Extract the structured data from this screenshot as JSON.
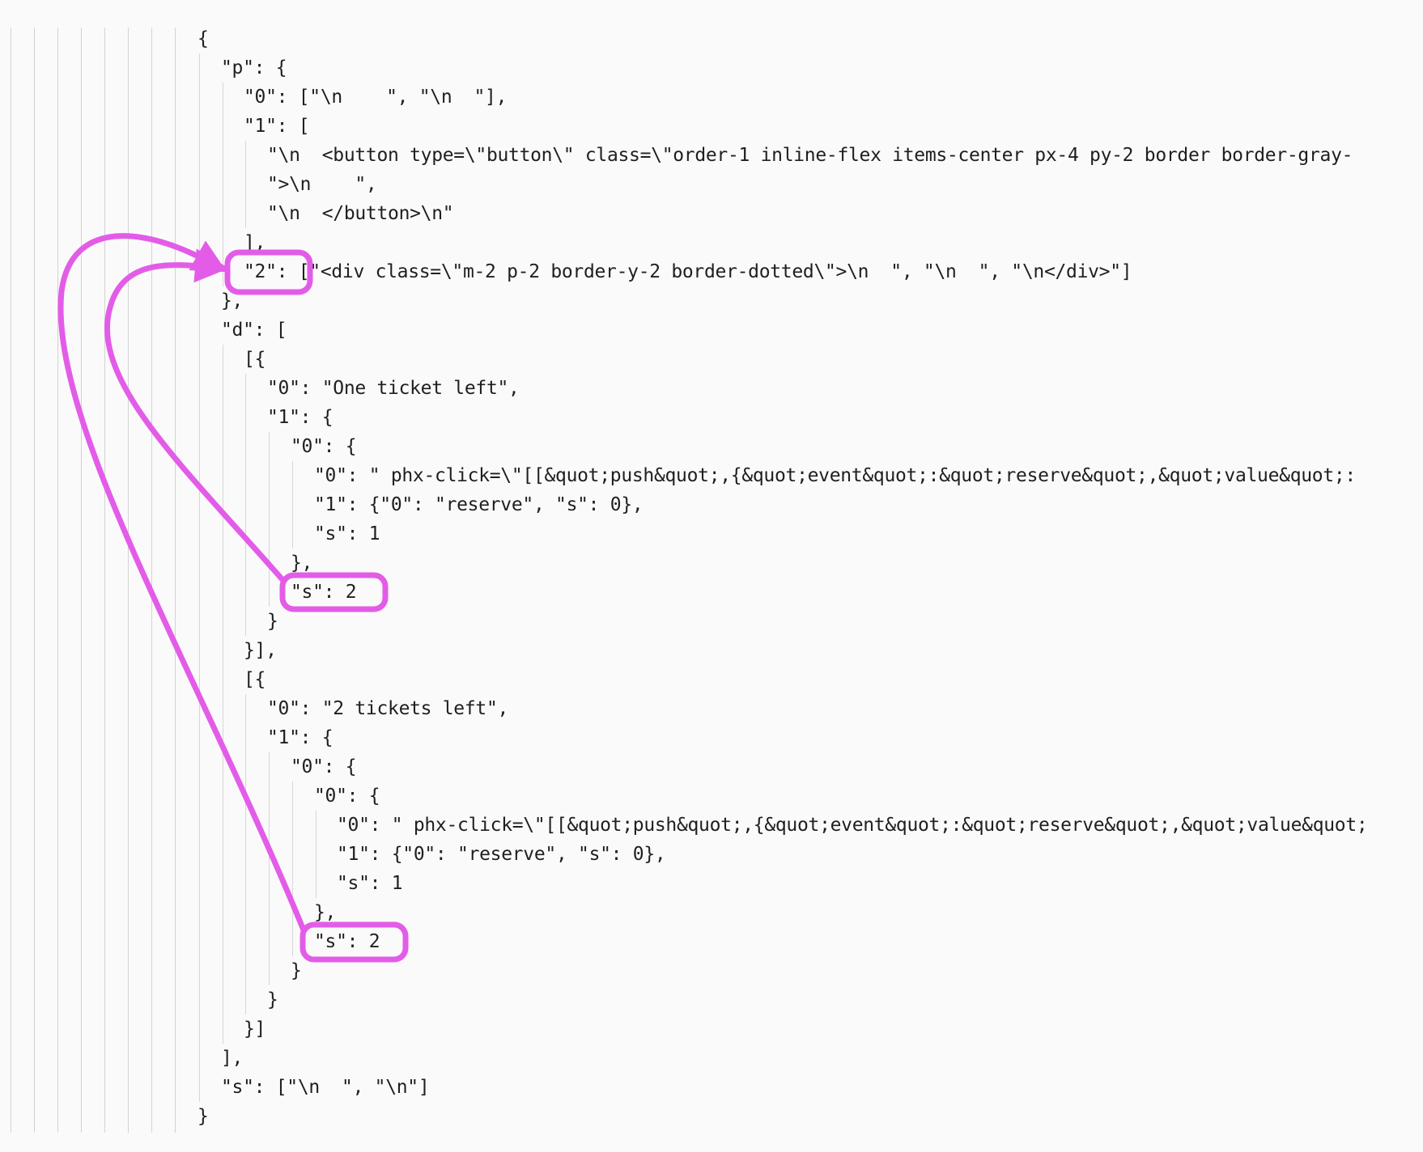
{
  "code_lines": [
    {
      "level": 0,
      "text": "{"
    },
    {
      "level": 1,
      "text": "\"p\": {"
    },
    {
      "level": 2,
      "text": "\"0\": [\"\\n    \", \"\\n  \"],"
    },
    {
      "level": 2,
      "text": "\"1\": ["
    },
    {
      "level": 3,
      "text": "\"\\n  <button type=\\\"button\\\" class=\\\"order-1 inline-flex items-center px-4 py-2 border border-gray-"
    },
    {
      "level": 3,
      "text": "\">\\n    \","
    },
    {
      "level": 3,
      "text": "\"\\n  </button>\\n\""
    },
    {
      "level": 2,
      "text": "],"
    },
    {
      "level": 2,
      "text": "\"2\": [\"<div class=\\\"m-2 p-2 border-y-2 border-dotted\\\">\\n  \", \"\\n  \", \"\\n</div>\"]"
    },
    {
      "level": 1,
      "text": "},"
    },
    {
      "level": 1,
      "text": "\"d\": ["
    },
    {
      "level": 2,
      "text": "[{"
    },
    {
      "level": 3,
      "text": "\"0\": \"One ticket left\","
    },
    {
      "level": 3,
      "text": "\"1\": {"
    },
    {
      "level": 4,
      "text": "\"0\": {"
    },
    {
      "level": 5,
      "text": "\"0\": \" phx-click=\\\"[[&quot;push&quot;,{&quot;event&quot;:&quot;reserve&quot;,&quot;value&quot;:"
    },
    {
      "level": 5,
      "text": "\"1\": {\"0\": \"reserve\", \"s\": 0},"
    },
    {
      "level": 5,
      "text": "\"s\": 1"
    },
    {
      "level": 4,
      "text": "},"
    },
    {
      "level": 4,
      "text": "\"s\": 2"
    },
    {
      "level": 3,
      "text": "}"
    },
    {
      "level": 2,
      "text": "}],"
    },
    {
      "level": 2,
      "text": "[{"
    },
    {
      "level": 3,
      "text": "\"0\": \"2 tickets left\","
    },
    {
      "level": 3,
      "text": "\"1\": {"
    },
    {
      "level": 4,
      "text": "\"0\": {"
    },
    {
      "level": 5,
      "text": "\"0\": {"
    },
    {
      "level": 6,
      "text": "\"0\": \" phx-click=\\\"[[&quot;push&quot;,{&quot;event&quot;:&quot;reserve&quot;,&quot;value&quot;"
    },
    {
      "level": 6,
      "text": "\"1\": {\"0\": \"reserve\", \"s\": 0},"
    },
    {
      "level": 6,
      "text": "\"s\": 1"
    },
    {
      "level": 5,
      "text": "},"
    },
    {
      "level": 5,
      "text": "\"s\": 2"
    },
    {
      "level": 4,
      "text": "}"
    },
    {
      "level": 3,
      "text": "}"
    },
    {
      "level": 2,
      "text": "}]"
    },
    {
      "level": 1,
      "text": "],"
    },
    {
      "level": 1,
      "text": "\"s\": [\"\\n  \", \"\\n\"]"
    },
    {
      "level": 0,
      "text": "}"
    }
  ],
  "annotation_color": "#e35ce8"
}
